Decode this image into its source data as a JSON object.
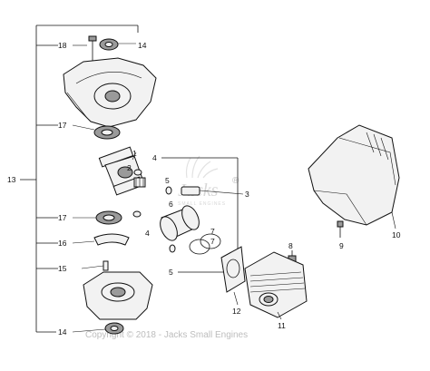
{
  "callouts": {
    "c1": "1",
    "c2": "2",
    "c3": "3",
    "c4a": "4",
    "c4b": "4",
    "c5a": "5",
    "c5b": "5",
    "c6": "6",
    "c7a": "7",
    "c7b": "7",
    "c8": "8",
    "c9": "9",
    "c10": "10",
    "c11": "11",
    "c12": "12",
    "c13": "13",
    "c14a": "14",
    "c14b": "14",
    "c15": "15",
    "c16": "16",
    "c17a": "17",
    "c17b": "17",
    "c18": "18"
  },
  "watermark": {
    "logo": "Jacks",
    "logo_mark": "®",
    "logo_sub": "SMALL ENGINES",
    "copyright": "Copyright © 2018 - Jacks Small Engines"
  }
}
